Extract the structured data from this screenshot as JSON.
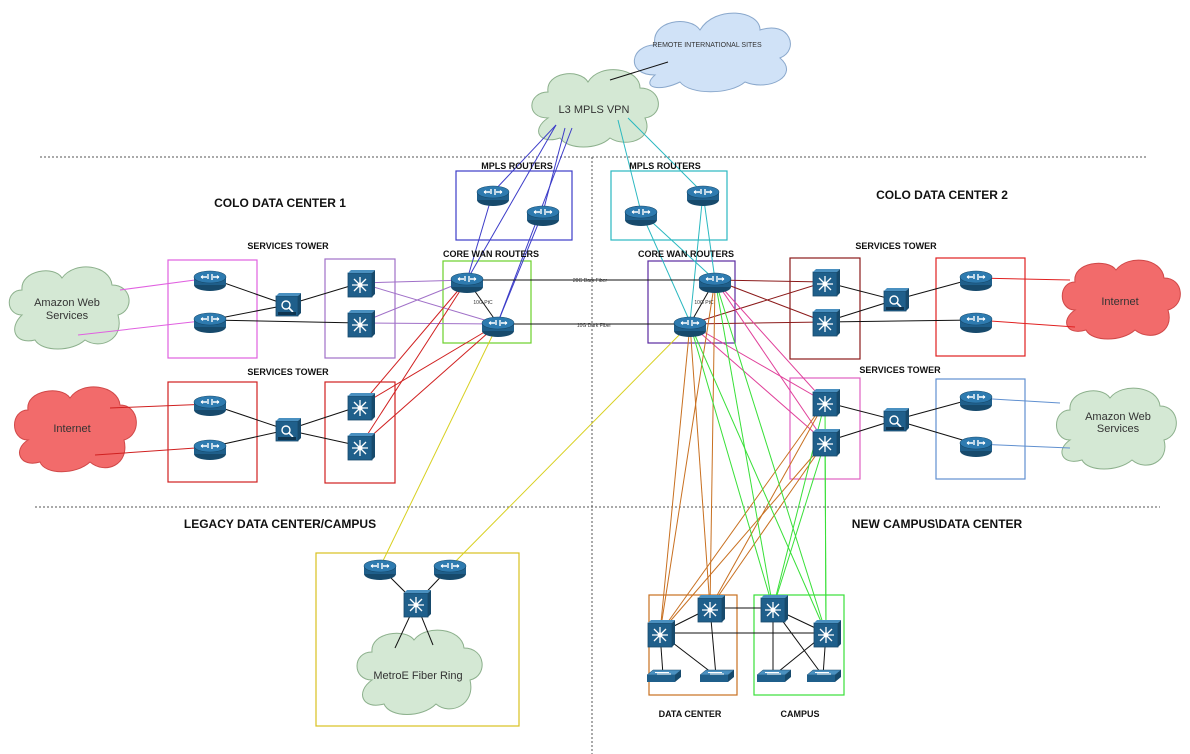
{
  "cloud_labels": {
    "remote": "REMOTE INTERNATIONAL SITES",
    "mpls": "L3 MPLS VPN",
    "aws_left": [
      "Amazon Web",
      "Services"
    ],
    "internet_left": "Internet",
    "internet_right": "Internet",
    "aws_right": [
      "Amazon Web",
      "Services"
    ],
    "metro": "MetroE Fiber Ring"
  },
  "region_titles": {
    "colo1": "COLO DATA CENTER 1",
    "colo2": "COLO DATA CENTER 2",
    "legacy": "LEGACY DATA CENTER/CAMPUS",
    "newcampus": "NEW CAMPUS\\DATA CENTER"
  },
  "group_labels": {
    "mpls_routers_left": "MPLS ROUTERS",
    "mpls_routers_right": "MPLS ROUTERS",
    "core_wan_left": "CORE WAN ROUTERS",
    "core_wan_right": "CORE WAN ROUTERS",
    "services_tower_1": "SERVICES TOWER",
    "services_tower_2": "SERVICES TOWER",
    "services_tower_3": "SERVICES TOWER",
    "services_tower_4": "SERVICES TOWER",
    "data_center": "DATA CENTER",
    "campus": "CAMPUS"
  },
  "link_labels": {
    "dark_fiber_20g": "20G Dark Fiber",
    "dark_fiber_10g": "10G Dark Fiber",
    "ptp_left": "10G PtC",
    "ptp_right": "10G PtC"
  },
  "colors": {
    "router": "#1f5f8b",
    "mpls_left": "#3c3cc8",
    "mpls_right": "#2ab8c0",
    "aws_cloud": "#d4e8d4",
    "internet_cloud": "#f26b6b",
    "remote_cloud": "#d0e2f7",
    "pink": "#e060e0",
    "purple": "#a070c8",
    "red": "#d02020",
    "green": "#6ad02a",
    "yellow": "#d8d020",
    "orange": "#c87020",
    "magenta": "#e0409a",
    "blue": "#6090d0",
    "lime": "#38e038"
  },
  "icons": [
    "router-icon",
    "multilayer-switch-icon",
    "firewall-icon",
    "workgroup-switch-icon",
    "cloud-icon"
  ]
}
